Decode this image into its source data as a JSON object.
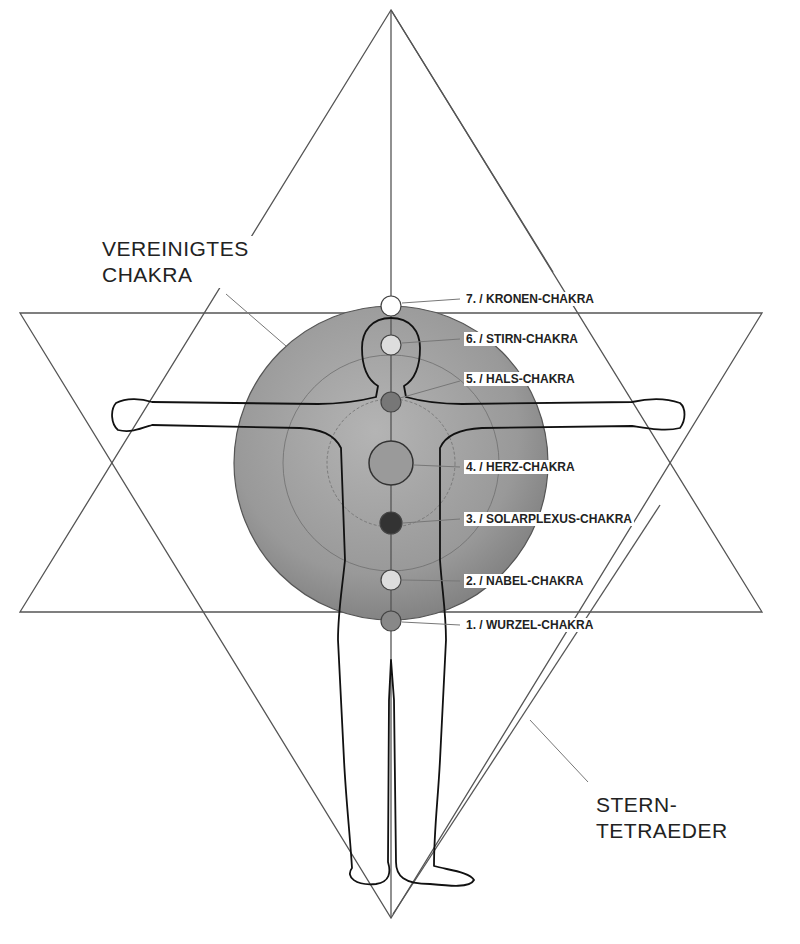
{
  "diagram": {
    "labels": [
      "VEREINIGTES CHAKRA",
      "7. / KRONEN-CHAKRA",
      "6. / STIRN-CHAKRA",
      "5. / HALS-CHAKRA",
      "4. / HERZ-CHAKRA",
      "3. / SOLARPLEXUS-CHAKRA",
      "2. / NABEL-CHAKRA",
      "1. / WURZEL-CHAKRA",
      "STERN- TETRAEDER"
    ]
  }
}
